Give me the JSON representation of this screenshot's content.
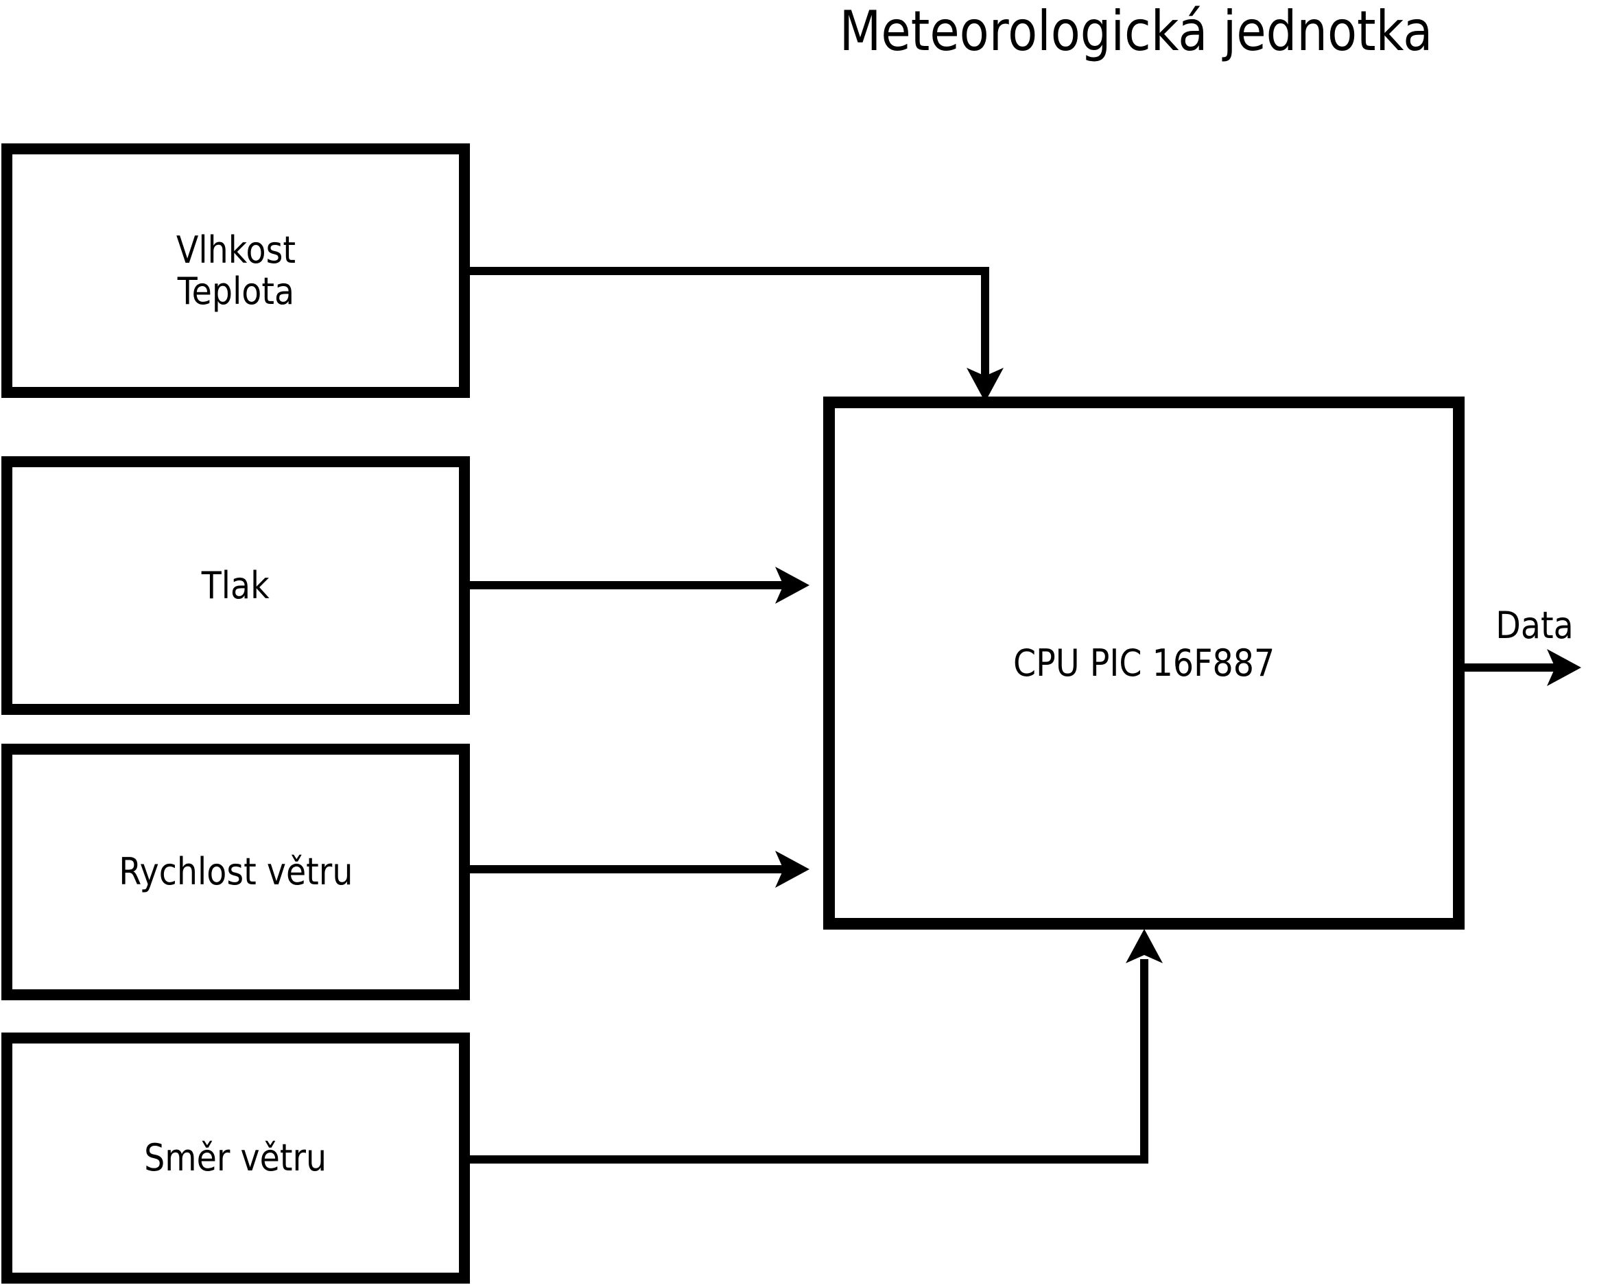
{
  "title": "Meteorologická jednotka",
  "boxes": {
    "humidity_temperature": {
      "line1": "Vlhkost",
      "line2": "Teplota"
    },
    "pressure": {
      "label": "Tlak"
    },
    "wind_speed": {
      "label": "Rychlost větru"
    },
    "wind_direction": {
      "label": "Směr větru"
    },
    "cpu": {
      "label": "CPU PIC 16F887"
    }
  },
  "output": {
    "label": "Data"
  },
  "connections": [
    {
      "from": "humidity_temperature",
      "to": "cpu",
      "enters": "top"
    },
    {
      "from": "pressure",
      "to": "cpu",
      "enters": "left"
    },
    {
      "from": "wind_speed",
      "to": "cpu",
      "enters": "left"
    },
    {
      "from": "wind_direction",
      "to": "cpu",
      "enters": "bottom"
    },
    {
      "from": "cpu",
      "to": "data-output",
      "exits": "right"
    }
  ],
  "colors": {
    "ink": "#000000",
    "background": "#ffffff"
  }
}
